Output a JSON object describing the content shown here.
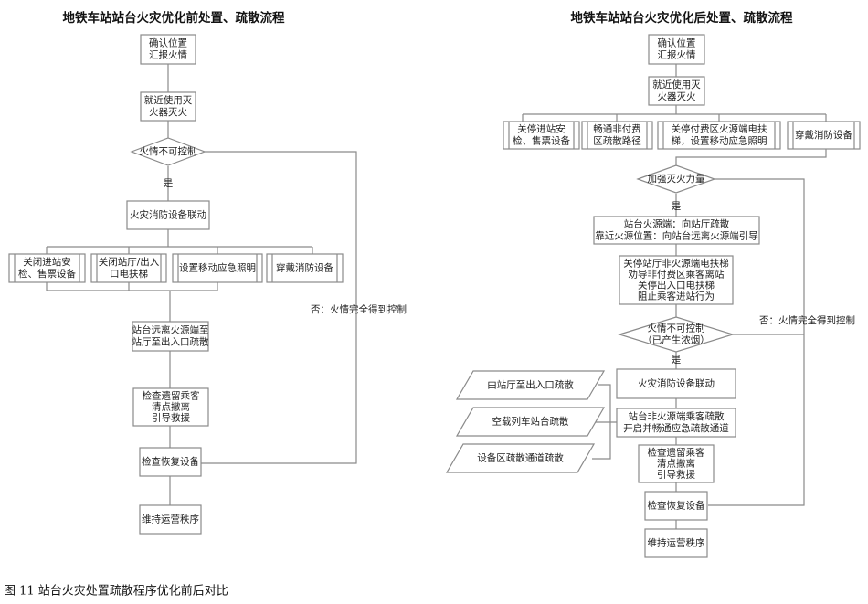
{
  "caption": "图 11  站台火灾处置疏散程序优化前后对比",
  "before": {
    "title": "地铁车站站台火灾优化前处置、疏散流程",
    "confirm": [
      "确认位置",
      "汇报火情"
    ],
    "extinguish": [
      "就近使用灭",
      "火器灭火"
    ],
    "decision": "火情不可控制",
    "yes_label": "是",
    "no_label": "否：火情完全得到控制",
    "linkage": "火灾消防设备联动",
    "parallel": [
      [
        "关闭进站安",
        "检、售票设备"
      ],
      [
        "关闭站厅/出入",
        "口电扶梯"
      ],
      [
        "设置移动应急照明"
      ],
      [
        "穿戴消防设备"
      ]
    ],
    "evacuate": [
      "站台远离火源端至",
      "站厅至出入口疏散"
    ],
    "check_passengers": [
      "检查遗留乘客",
      "清点撤离",
      "引导救援"
    ],
    "restore": "检查恢复设备",
    "maintain": "维持运营秩序"
  },
  "after": {
    "title": "地铁车站站台火灾优化后处置、疏散流程",
    "confirm": [
      "确认位置",
      "汇报火情"
    ],
    "extinguish": [
      "就近使用灭",
      "火器灭火"
    ],
    "parallel": [
      [
        "关停进站安",
        "检、售票设备"
      ],
      [
        "畅通非付费",
        "区疏散路径"
      ],
      [
        "关停付费区火源端电扶",
        "梯，设置移动应急照明"
      ],
      [
        "穿戴消防设备"
      ]
    ],
    "decision1": "加强灭火力量",
    "yes_label1": "是",
    "guide": [
      "站台火源端：向站厅疏散",
      "靠近火源位置：向站台远离火源端引导"
    ],
    "stop_escalators": [
      "关停站厅非火源端电扶梯",
      "劝导非付费区乘客离站",
      "关停出入口电扶梯",
      "阻止乘客进站行为"
    ],
    "decision2": [
      "火情不可控制",
      "（已产生浓烟）"
    ],
    "yes_label2": "是",
    "no_label": "否：火情完全得到控制",
    "linkage": "火灾消防设备联动",
    "non_source_evac": [
      "站台非火源端乘客疏散",
      "开启并畅通应急疏散通道"
    ],
    "routes": [
      "由站厅至出入口疏散",
      "空载列车站台疏散",
      "设备区疏散通道疏散"
    ],
    "check_passengers": [
      "检查遗留乘客",
      "清点撤离",
      "引导救援"
    ],
    "restore": "检查恢复设备",
    "maintain": "维持运营秩序"
  }
}
